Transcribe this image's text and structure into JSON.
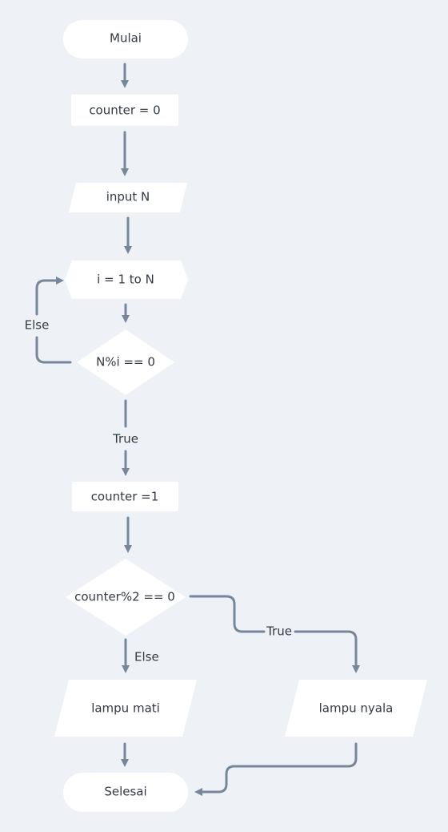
{
  "colors": {
    "background": "#eef2f6",
    "node_fill": "#ffffff",
    "edge": "#77879a",
    "text": "#333a44"
  },
  "nodes": {
    "start": "Mulai",
    "init_counter": "counter = 0",
    "input_n": "input N",
    "loop": "i = 1 to N",
    "cond_mod": "N%i == 0",
    "set_counter": "counter =1",
    "cond_even": "counter%2 == 0",
    "lamp_off": "lampu mati",
    "lamp_on": "lampu nyala",
    "end": "Selesai"
  },
  "edges": {
    "else_loop": "Else",
    "true_mod": "True",
    "else_even": "Else",
    "true_even": "True"
  }
}
